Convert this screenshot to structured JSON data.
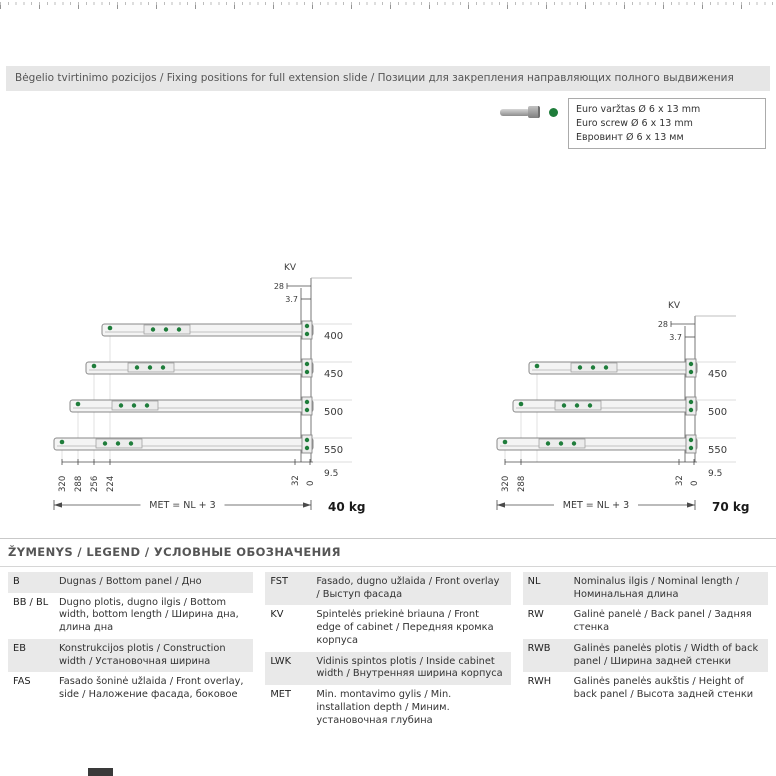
{
  "header": {
    "title": "Bėgelio tvirtinimo pozicijos  / Fixing positions for full extension slide / Позиции для закрепления направляющих полного выдвижения"
  },
  "screw_note": {
    "lines": [
      "Euro varžtas Ø 6 x 13 mm",
      "Euro screw Ø 6 x 13 mm",
      "Евровинт Ø 6 x 13 мм"
    ]
  },
  "diagrams": [
    {
      "kv": "KV",
      "top_dims": [
        "28",
        "3.7"
      ],
      "rows": [
        {
          "length": "400"
        },
        {
          "length": "450"
        },
        {
          "length": "500"
        },
        {
          "length": "550"
        }
      ],
      "bottom_offset": "9.5",
      "rear_dims": [
        "320",
        "288",
        "256",
        "224"
      ],
      "front_dims": [
        "32",
        "0"
      ],
      "met": "MET = NL + 3",
      "weight": "40 kg"
    },
    {
      "kv": "KV",
      "top_dims": [
        "28",
        "3.7"
      ],
      "rows": [
        {
          "length": "450"
        },
        {
          "length": "500"
        },
        {
          "length": "550"
        }
      ],
      "bottom_offset": "9.5",
      "rear_dims": [
        "320",
        "288"
      ],
      "front_dims": [
        "32",
        "0"
      ],
      "met": "MET = NL + 3",
      "weight": "70 kg"
    }
  ],
  "legend": {
    "title": "ŽYMENYS / LEGEND / УСЛОВНЫЕ ОБОЗНАЧЕНИЯ",
    "columns": [
      [
        {
          "term": "B",
          "desc": "Dugnas / Bottom panel / Дно"
        },
        {
          "term": "BB / BL",
          "desc": "Dugno plotis, dugno ilgis / Bottom width, bottom length / Ширина дна, длина дна"
        },
        {
          "term": "EB",
          "desc": "Konstrukcijos plotis / Construction width / Установочная ширина"
        },
        {
          "term": "FAS",
          "desc": "Fasado šoninė užlaida / Front overlay, side / Наложение фасада, боковое"
        }
      ],
      [
        {
          "term": "FST",
          "desc": "Fasado, dugno užlaida / Front overlay / Выступ фасада"
        },
        {
          "term": "KV",
          "desc": "Spintelės priekinė briauna / Front edge of cabinet / Передняя кромка корпуса"
        },
        {
          "term": "LWK",
          "desc": "Vidinis spintos plotis / Inside cabinet width / Внутренняя ширина корпуса"
        },
        {
          "term": "MET",
          "desc": "Min. montavimo gylis / Min. installation depth / Миним. установочная глубина"
        }
      ],
      [
        {
          "term": "NL",
          "desc": "Nominalus ilgis / Nominal length / Номинальная длина"
        },
        {
          "term": "RW",
          "desc": "Galinė panelė / Back panel / Задняя стенка"
        },
        {
          "term": "RWB",
          "desc": "Galinės panelės plotis / Width of back panel / Ширина задней стенки"
        },
        {
          "term": "RWH",
          "desc": "Galinės panelės aukštis / Height of back panel / Высота задней стенки"
        }
      ]
    ]
  },
  "colors": {
    "accent_green": "#1f7d3b",
    "line_gray": "#777777",
    "shade_gray": "#e9e9e9"
  }
}
